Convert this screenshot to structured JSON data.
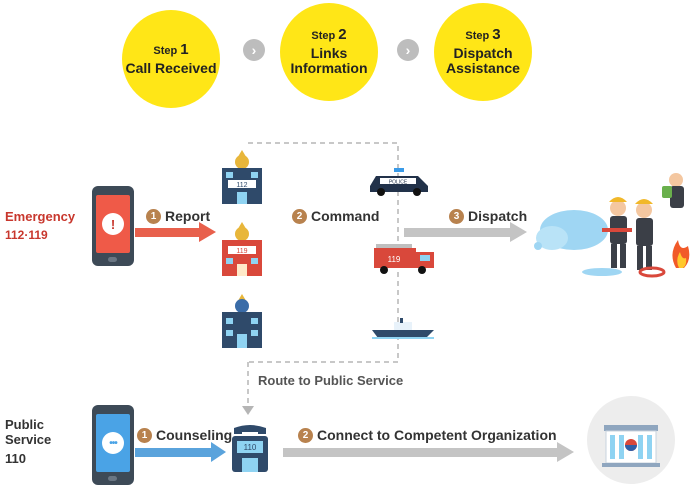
{
  "steps": [
    {
      "num_prefix": "Step",
      "num": "1",
      "title": "Call Received"
    },
    {
      "num_prefix": "Step",
      "num": "2",
      "title": "Links Information"
    },
    {
      "num_prefix": "Step",
      "num": "3",
      "title": "Dispatch Assistance"
    }
  ],
  "emergency": {
    "title": "Emergency",
    "numbers": "112·119",
    "report": {
      "badge": "1",
      "label": "Report"
    },
    "command": {
      "badge": "2",
      "label": "Command"
    },
    "dispatch": {
      "badge": "3",
      "label": "Dispatch"
    },
    "route_label": "Route to Public Service",
    "station_signs": [
      "112",
      "119",
      ""
    ],
    "vehicle_signs": [
      "POLICE",
      "119"
    ]
  },
  "public_service": {
    "title_line1": "Public",
    "title_line2": "Service",
    "number": "110",
    "counseling": {
      "badge": "1",
      "label": "Counseling"
    },
    "connect": {
      "badge": "2",
      "label": "Connect to Competent Organization"
    },
    "phone_sign": "110"
  },
  "colors": {
    "step_yellow": "#ffe617",
    "emergency_red": "#c8372d",
    "report_arrow": "#e8604c",
    "counsel_arrow": "#5aa3dc",
    "gray_arrow": "#c4c4c4",
    "badge_brown": "#b8824e"
  }
}
